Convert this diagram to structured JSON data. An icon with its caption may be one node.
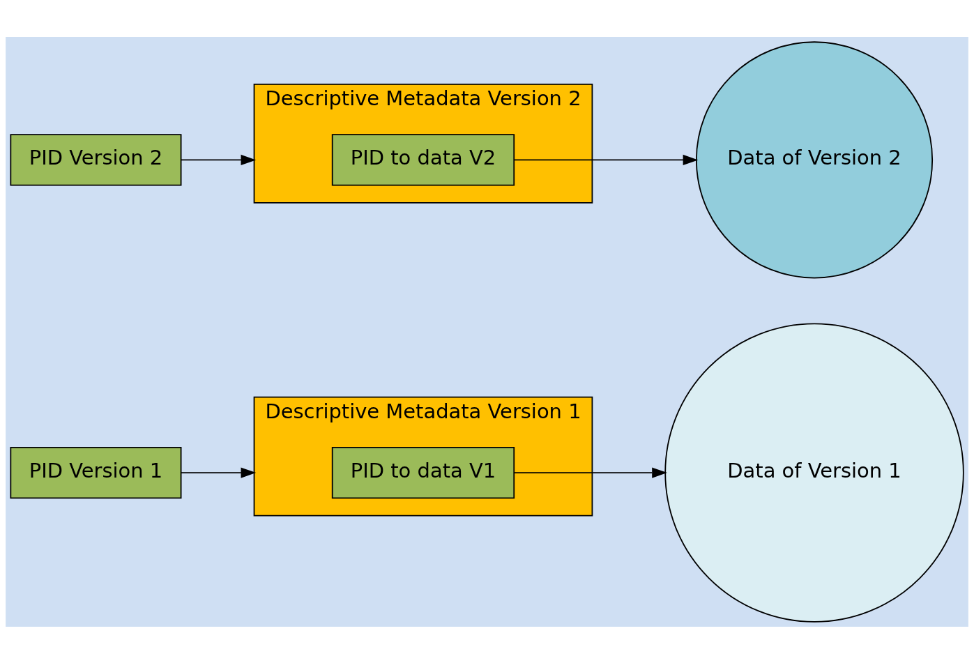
{
  "diagram": {
    "nodes": [
      {
        "text": [
          "PID Version 1"
        ]
      },
      {
        "text": [
          "Descriptive Metadata Version 1"
        ]
      },
      {
        "text": [
          "PID to data V1"
        ],
        "in": 1
      },
      {
        "text": [
          "Descriptive Metadata Version 2"
        ]
      },
      {
        "text": [
          "PID to data V2"
        ],
        "in": 3
      },
      {
        "text": [
          "Data of Version 2"
        ]
      },
      {
        "text": [
          "Data of Version 1"
        ]
      },
      {
        "text": [
          "PID Version 2"
        ]
      }
    ],
    "edges": [
      {
        "from": 0,
        "to": 1,
        "arrow": "to"
      },
      {
        "from": 2,
        "to": 6,
        "arrow": "to"
      },
      {
        "from": 4,
        "to": 5,
        "arrow": "to"
      },
      {
        "from": 7,
        "to": 3,
        "arrow": "to"
      }
    ]
  }
}
